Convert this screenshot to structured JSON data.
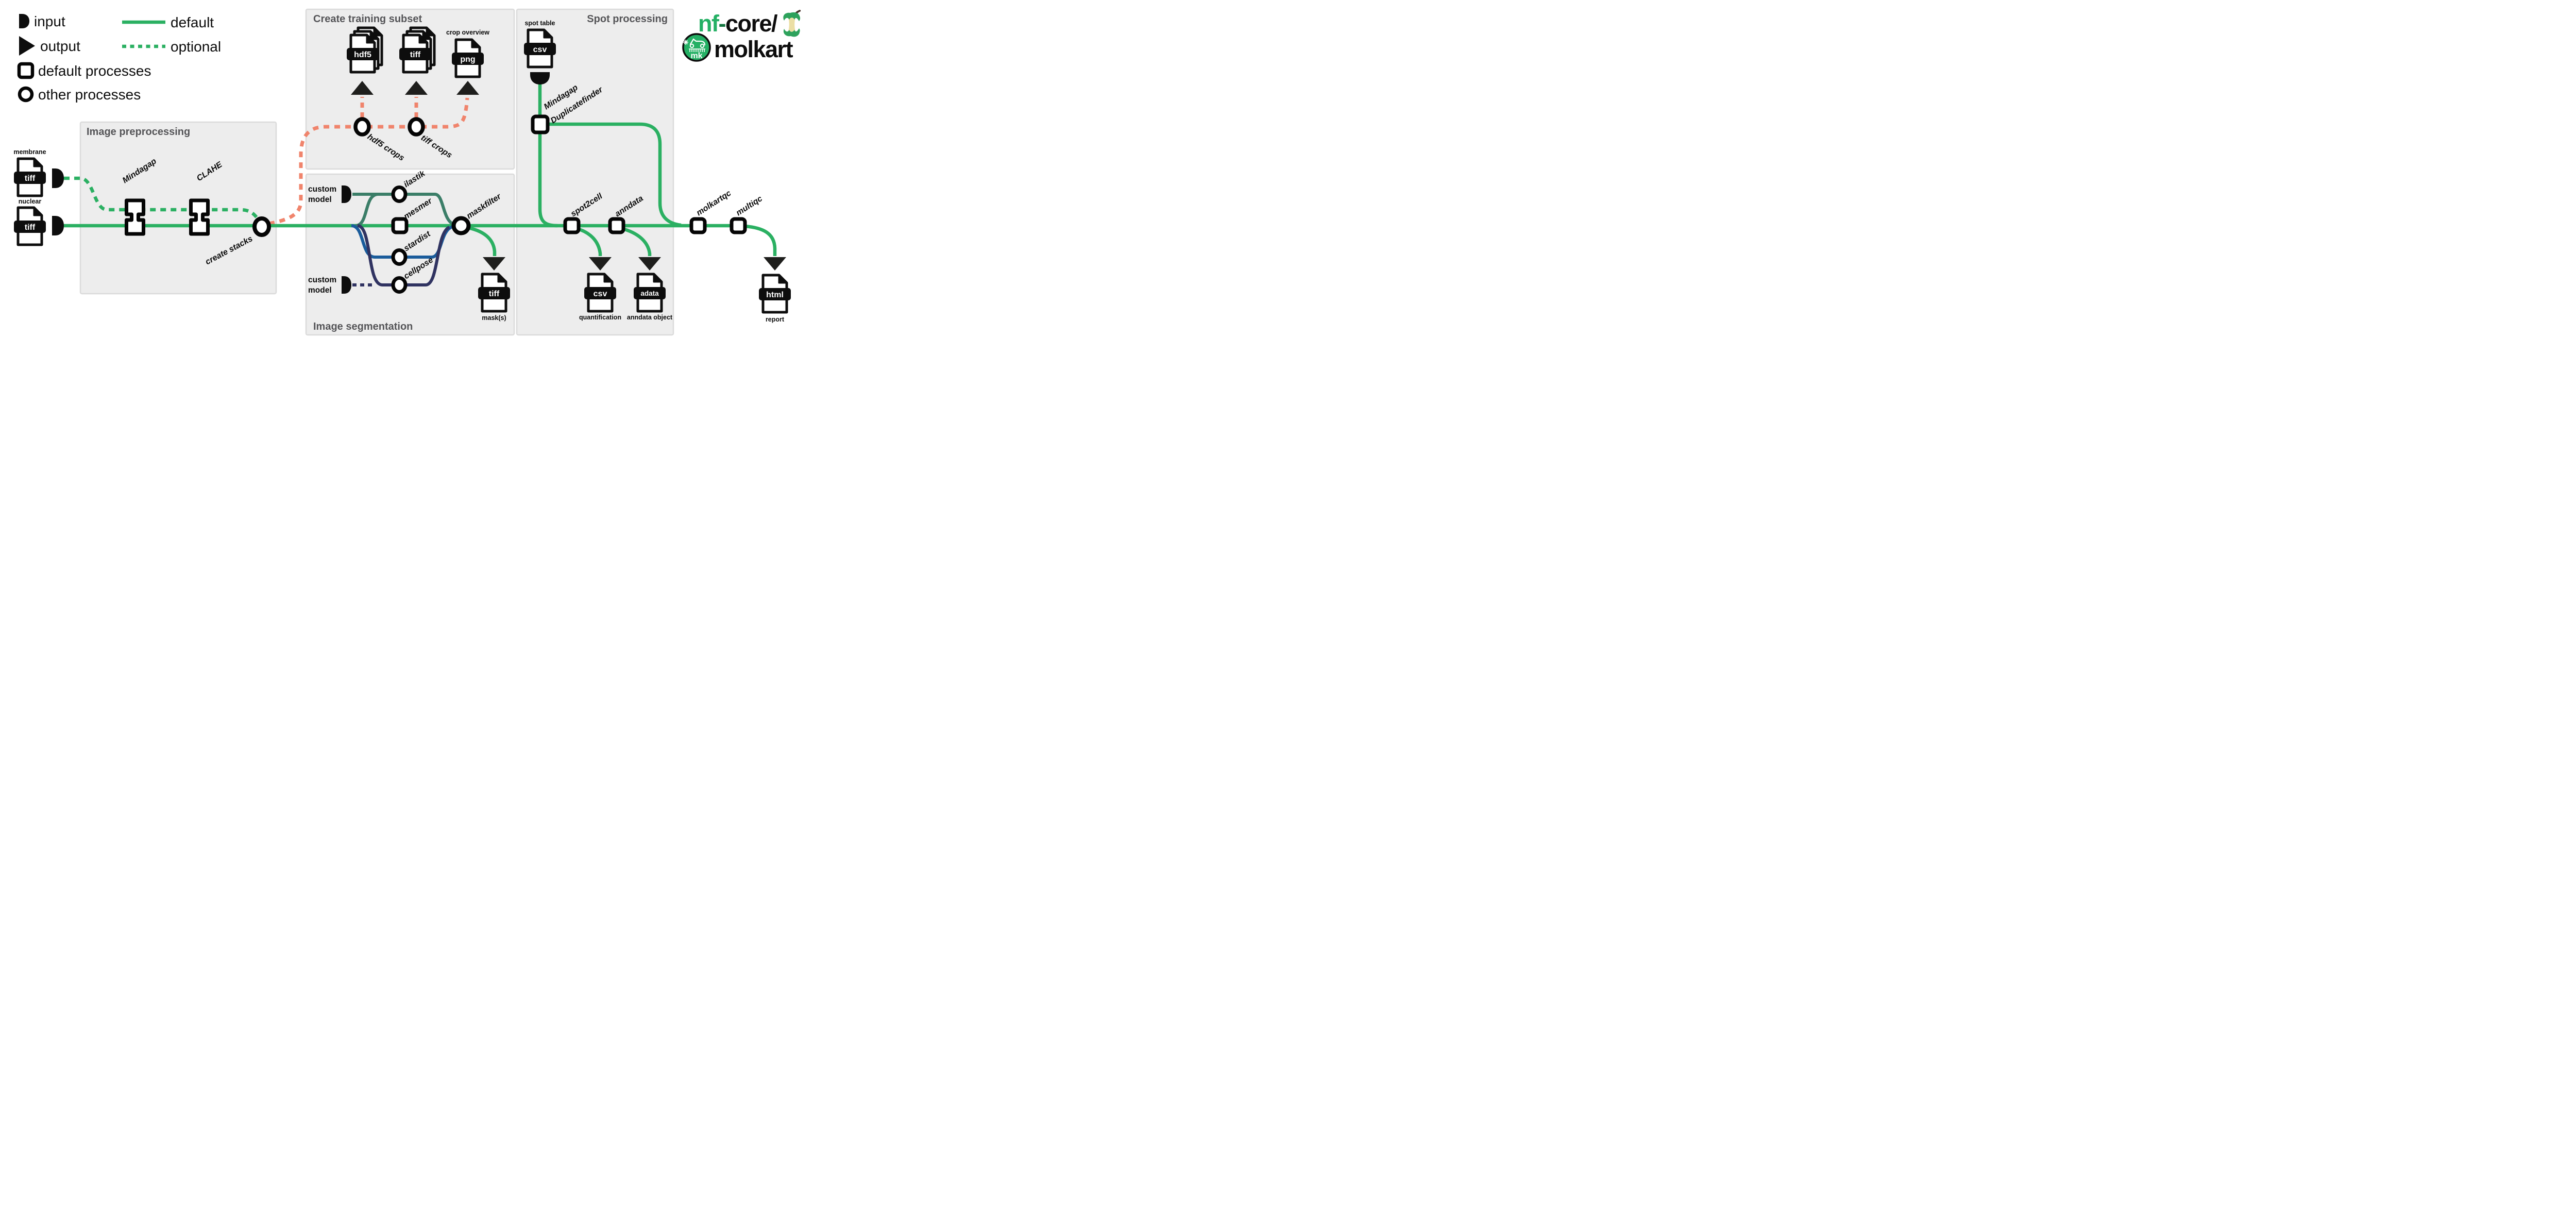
{
  "colors": {
    "pipeline_green": "#2BB062",
    "optional_crop_salmon": "#F0846C",
    "ilastik_teal": "#3B7E68",
    "stardist_blue": "#1A5C9B",
    "cellpose_navy": "#303361",
    "nfcore_green": "#24B064",
    "box_fill": "#EDEDED",
    "box_border": "#DBDBDB",
    "node_black": "#050505"
  },
  "legend": {
    "input": "input",
    "output": "output",
    "default_processes": "default processes",
    "other_processes": "other processes",
    "default_edge": "default",
    "optional_edge": "optional"
  },
  "logo": {
    "nf": "nf",
    "dash": "-",
    "core": "core/",
    "name": "molkart",
    "badge": "mk"
  },
  "sections": {
    "preprocessing": "Image preprocessing",
    "training": "Create training subset",
    "segmentation": "Image segmentation",
    "spot": "Spot processing"
  },
  "files": {
    "membrane": {
      "label": "membrane",
      "format": "tiff"
    },
    "nuclear": {
      "label": "nuclear",
      "format": "tiff"
    },
    "spot_table": {
      "label": "spot table",
      "format": "csv"
    },
    "hdf5_crops": {
      "format": "hdf5"
    },
    "tiff_crops": {
      "format": "tiff"
    },
    "crop_overview": {
      "label": "crop overview",
      "format": "png"
    },
    "mask": {
      "label": "mask(s)",
      "format": "tiff"
    },
    "quantification": {
      "label": "quantification",
      "format": "csv"
    },
    "anndata_object": {
      "label": "anndata object",
      "format": "adata"
    },
    "report": {
      "label": "report",
      "format": "html"
    }
  },
  "inputs": {
    "custom_model_top_line1": "custom",
    "custom_model_top_line2": "model",
    "custom_model_bottom_line1": "custom",
    "custom_model_bottom_line2": "model"
  },
  "processes": {
    "mindagap": "Mindagap",
    "clahe": "CLAHE",
    "create_stacks": "create stacks",
    "hdf5_crops": "hdf5 crops",
    "tiff_crops": "tiff crops",
    "ilastik": "ilastik",
    "mesmer": "mesmer",
    "stardist": "stardist",
    "cellpose": "cellpose",
    "maskfilter": "maskfilter",
    "duplicatefinder_line1": "Mindagap",
    "duplicatefinder_line2": "Duplicatefinder",
    "spot2cell": "spot2cell",
    "anndata": "anndata",
    "molkartqc": "molkartqc",
    "multiqc": "multiqc"
  }
}
